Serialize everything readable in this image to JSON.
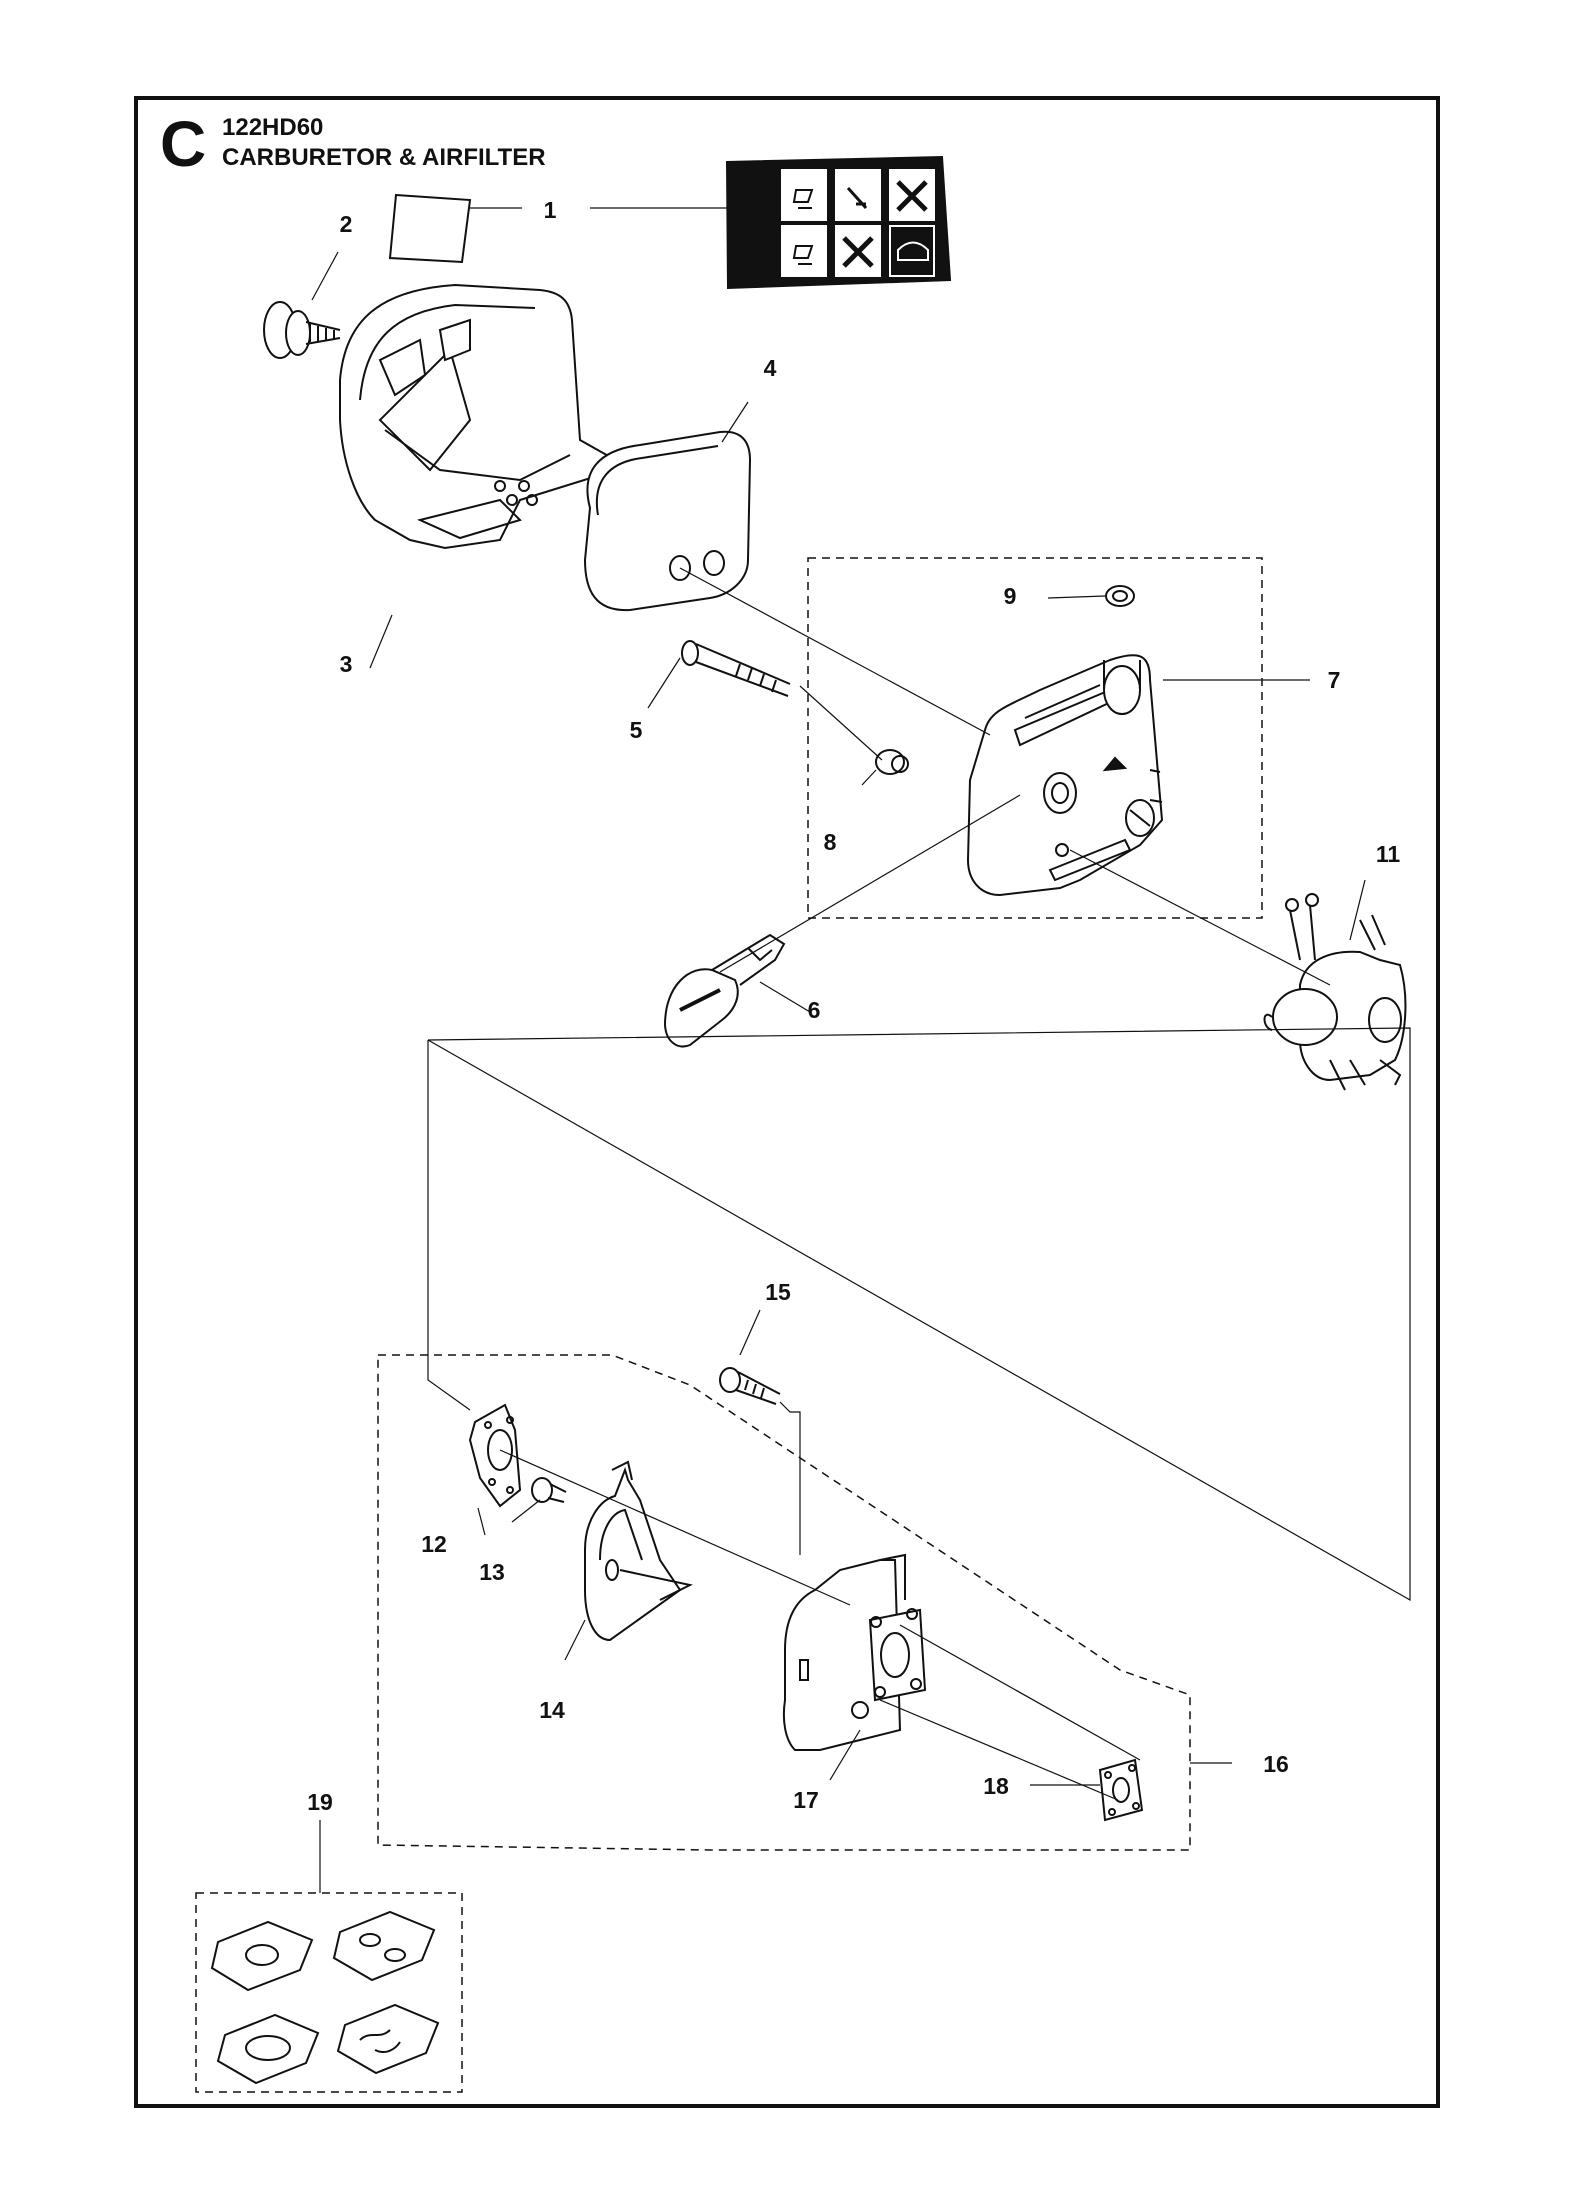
{
  "header": {
    "section_letter": "C",
    "model": "122HD60",
    "title": "CARBURETOR & AIRFILTER"
  },
  "callouts": [
    "1",
    "2",
    "3",
    "4",
    "5",
    "6",
    "7",
    "8",
    "9",
    "11",
    "12",
    "13",
    "14",
    "15",
    "16",
    "17",
    "18",
    "19"
  ],
  "colors": {
    "ink": "#111111",
    "fill": "#ffffff"
  }
}
